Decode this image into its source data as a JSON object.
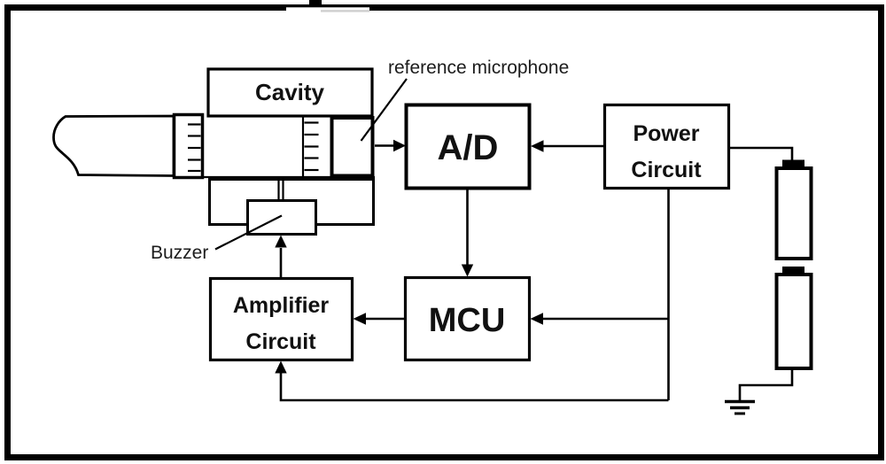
{
  "diagram": {
    "blocks": {
      "cavity": {
        "label": "Cavity"
      },
      "ad_converter": {
        "label": "A/D"
      },
      "power_circuit": {
        "line1": "Power",
        "line2": "Circuit"
      },
      "mcu": {
        "label": "MCU"
      },
      "amplifier_circuit": {
        "line1": "Amplifier",
        "line2": "Circuit"
      }
    },
    "annotations": {
      "reference_microphone": "reference microphone",
      "buzzer": "Buzzer"
    },
    "colors": {
      "line": "#000000",
      "background": "#ffffff"
    }
  }
}
